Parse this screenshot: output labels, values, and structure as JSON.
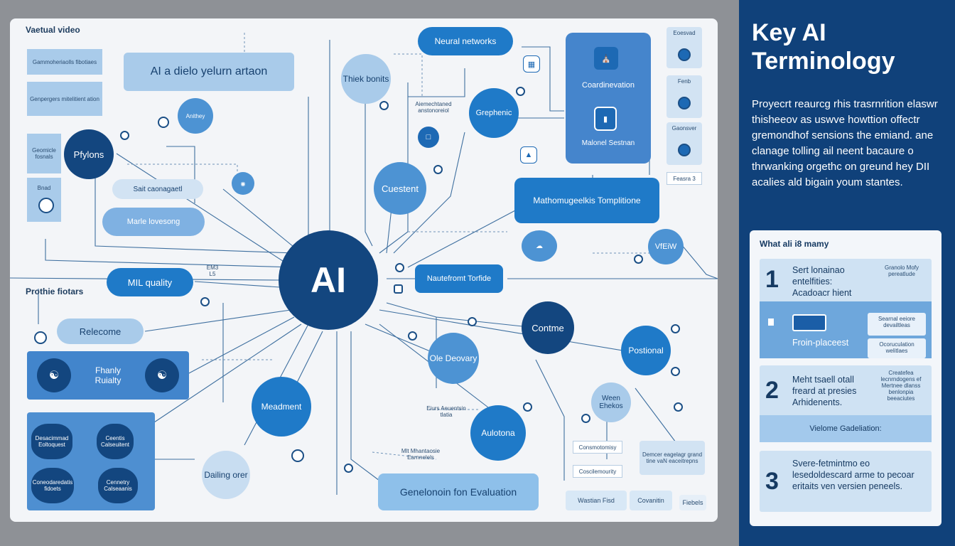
{
  "diagram": {
    "top_left_title": "Vaetual video",
    "left_boxes": [
      "Gammoheriaolls fibotiaes",
      "Genpergers mitelitient ation",
      "Geomicle fosnals",
      "Bnad"
    ],
    "prothie_label": "Prothie fiotars",
    "center": "AI",
    "top_banner": "AI a dielo yelurn artaon",
    "neural": "Neural networks",
    "thiek": "Thiek bonits",
    "graphenic": "Grephenic",
    "content": "Cuestent",
    "coordination": "Coardinevation",
    "malone": "Malonel Sestnan",
    "math_templates": "Mathomugeelkis Tomplitione",
    "pfylons": "Pfylons",
    "anithey": "Anithey",
    "self_labeled": "Sait caonagaetl",
    "math_lovesong": "Marle lovesong",
    "ml_quality": "MIL quality",
    "relecom": "Relecome",
    "family": "Fhanly Ruialty",
    "nautical": "Nautefromt Torfide",
    "contme": "Contme",
    "positional": "Postional",
    "old_discovery": "Ole Deovary",
    "meadment": "Meadment",
    "autotona": "Aulotona",
    "ween": "Ween Ehekos",
    "dailing": "Dailing orer",
    "evaluation": "Genelonoin fon Evaluation",
    "view": "VfEiW",
    "bottom_right_labels": [
      "Wastian Fisd",
      "Covanitin",
      "Fiebels"
    ],
    "small_tags": [
      "Consmotomisy",
      "Coscilemourity",
      "Demcer eagelagr grand tine vaN eaceitrepns"
    ],
    "right_column": [
      "Eoesvad",
      "Fenb",
      "Gaonsver",
      "Feasra 3"
    ],
    "bottom_left_blobs": [
      "Desacimmad Eoltoquest",
      "Ceentis Calseuitent",
      "Coneodaredatis fidoets",
      "Cennetry Calseaanis"
    ],
    "tiny_notes": [
      "Aiemechtaned anstonoreiol",
      "Eiurs Aeuentsin tlatia",
      "Mlt Mhantaosie Earnnelels",
      "EM3 L5"
    ]
  },
  "panel": {
    "title": "Key AI Terminology",
    "description": "Proyecrt reaurcg rhis trasrnrition elaswr thisheeov as uswve howttion offectr gremondhof sensions the emiand. ane clanage tolling ail neent bacaure o thrwanking orgethc on greund hey DII acalies ald bigain youm stantes.",
    "card_header": "What ali i8 mamy",
    "items": [
      {
        "num": "1",
        "text": "Sert lonainao entelfities: Acadoacr hient",
        "side": "Granolo Mofy pereatlude",
        "sub": "Froin-placeest",
        "sub_side": "Searnal eeiore devailtleas",
        "sub_side2": "Ocoruculation welitlaes"
      },
      {
        "num": "2",
        "text": "Meht tsaell otall freard at presies Arhidenents.",
        "side": "Createfea lecnrndogens ef Mertnee dlanss benlonpia beeaciutes",
        "footer": "Vielome Gadeliation:"
      },
      {
        "num": "3",
        "text": "Svere-fetmintmo eo lesedoldescard arme to pecoar eritaits ven versien peneels."
      }
    ]
  }
}
